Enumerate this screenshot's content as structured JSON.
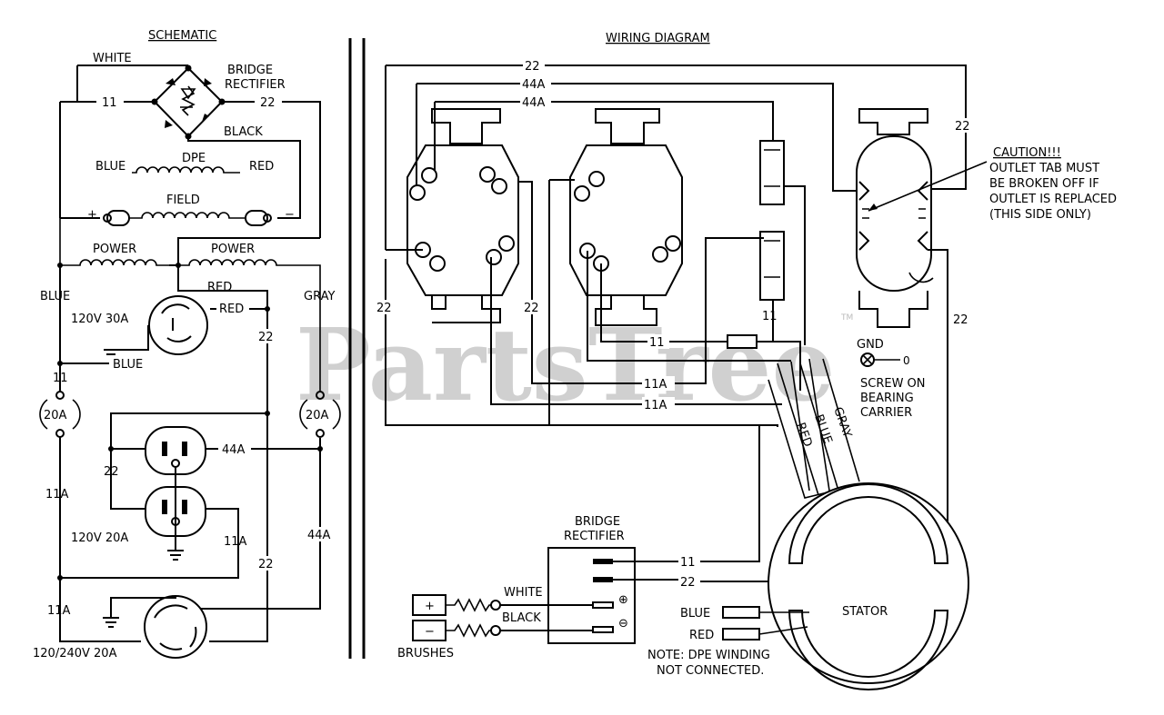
{
  "watermark": {
    "text": "PartsTree",
    "tm": "TM"
  },
  "schematic": {
    "title": "SCHEMATIC",
    "white": "WHITE",
    "bridge_rectifier": [
      "BRIDGE",
      "RECTIFIER"
    ],
    "black": "BLACK",
    "w11": "11",
    "w22": "22",
    "blue_dpe": "BLUE",
    "dpe": "DPE",
    "red_dpe": "RED",
    "field": "FIELD",
    "plus": "+",
    "minus": "−",
    "power_left": "POWER",
    "power_right": "POWER",
    "red_upper": "RED",
    "blue_side": "BLUE",
    "gray_side": "GRAY",
    "v120_30a": "120V 30A",
    "red_30a": "RED",
    "blue_30a": "BLUE",
    "w22_right": "22",
    "fuse_left_num": "11",
    "fuse_left_amp": "20A",
    "fuse_right_amp": "20A",
    "w44a_recept": "44A",
    "w22_left": "22",
    "w11a_left": "11A",
    "v120_20a": "120V 20A",
    "w11a_recept": "11A",
    "w44a_right": "44A",
    "w22_lower": "22",
    "w11a_bottom": "11A",
    "v240_20a": "120/240V 20A"
  },
  "wiring": {
    "title": "WIRING DIAGRAM",
    "w22_top": "22",
    "w44a_top": "44A",
    "w44a_second": "44A",
    "w22_right_top": "22",
    "caution": [
      "CAUTION!!!",
      "OUTLET TAB MUST",
      "BE BROKEN OFF IF",
      "OUTLET IS REPLACED",
      "(THIS SIDE ONLY)"
    ],
    "w22_left": "22",
    "w22_mid": "22",
    "w11_brk": "11",
    "w11_mid": "11",
    "w11a_a": "11A",
    "w11a_b": "11A",
    "gnd": "GND",
    "screw": [
      "SCREW ON",
      "BEARING",
      "CARRIER"
    ],
    "w22_far_right": "22",
    "lead_gray": "GRAY",
    "lead_blue": "BLUE",
    "lead_red": "RED",
    "bridge_rectifier": [
      "BRIDGE",
      "RECTIFIER"
    ],
    "w11_br": "11",
    "w22_br": "22",
    "white": "WHITE",
    "black": "BLACK",
    "brush_plus": "+",
    "brush_minus": "−",
    "rect_plus": "⊕",
    "rect_minus": "⊖",
    "brushes": "BRUSHES",
    "stator": "STATOR",
    "blue": "BLUE",
    "red": "RED",
    "note": [
      "NOTE: DPE WINDING",
      "NOT CONNECTED."
    ]
  }
}
